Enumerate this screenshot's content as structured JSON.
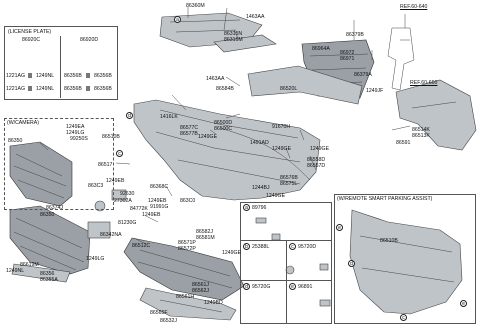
{
  "license_plate": {
    "title": "(LICENSE PLATE)",
    "col_left": "86920C",
    "col_right": "86920D",
    "rows": [
      [
        "1221AG",
        "1249NL",
        "86356B",
        "86356B"
      ],
      [
        "1221AG",
        "1249NL",
        "86356B",
        "86356B"
      ]
    ]
  },
  "camera": {
    "title": "(W/CAMERA)"
  },
  "parking": {
    "title": "(W/REMOTE SMART PARKING ASSIST)",
    "part": "86510B"
  },
  "refs": {
    "top": "REF.60-640",
    "mid": "REF.60-660"
  },
  "callout_table": {
    "a": {
      "letter": "a",
      "code": "89796"
    },
    "b": {
      "letter": "b",
      "code": "25388L"
    },
    "c": {
      "letter": "c",
      "code": "95720D"
    },
    "d": {
      "letter": "d",
      "code": "95720G"
    },
    "e": {
      "letter": "e",
      "code": "96891"
    }
  },
  "labels": {
    "p86360M": "86360M",
    "p1463AA_top": "1463AA",
    "p86315N": "86315N",
    "p86316M": "86316M",
    "p86379B": "86379B",
    "p86964A": "86964A",
    "p86972": "86972",
    "p86971": "86971",
    "p86379A": "86379A",
    "p1249JF": "1249JF",
    "p1463AA_mid": "1463AA",
    "p86584B": "86584B",
    "p86520L": "86520L",
    "p1416LK": "1416LK",
    "p86500D": "86500D",
    "p86500C": "86500C",
    "p86577C": "86577C",
    "p86577B": "86577B",
    "p1249GE_a": "1249GE",
    "p91670H": "91670H",
    "p1491AD": "1491AD",
    "p1249GE_b": "1249GE",
    "p1249GE_c": "1249GE",
    "p86558D": "86558D",
    "p86557D": "86557D",
    "p86576B": "86576B",
    "p86575L": "86575L",
    "p1244BJ": "1244BJ",
    "p1249GE_d": "1249GE",
    "p86514K": "86514K",
    "p86513K": "86513K",
    "p86591": "86591",
    "p86350_a": "86350",
    "p1249EA": "1249EA",
    "p1249LG_a": "1249LG",
    "p99250S": "99250S",
    "p86510B": "86510B",
    "p86517": "86517",
    "p1249EB_a": "1249EB",
    "p863C3": "863C3",
    "p86368C": "86368C",
    "p92630": "92630",
    "p27302A": "27302A",
    "p1249EB_b": "1249EB",
    "p91991G": "91991G",
    "p84772K": "84772K",
    "p1249EB_c": "1249EB",
    "p81230G": "81230G",
    "p863C0": "863C0",
    "p86374J": "86374J",
    "p86350_b": "86350",
    "p86342NA": "86342NA",
    "p86512C": "86512C",
    "p86582J": "86582J",
    "p86581M": "86581M",
    "p86571P": "86571P",
    "p86572P": "86572P",
    "p1249GE_e": "1249GE",
    "p86561J": "86561J",
    "p86562J": "86562J",
    "p1249NL_b": "1249NL",
    "p86619M": "86619M",
    "p1249LG_b": "1249LG",
    "p86356": "86356",
    "p86355A": "86355A",
    "p86561H": "86561H",
    "p86565F": "86565F",
    "p86532J": "86532J",
    "p1249BD": "1249BD"
  }
}
